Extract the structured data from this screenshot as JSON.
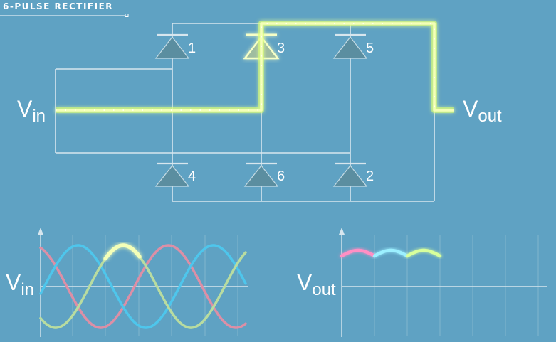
{
  "header": {
    "title": "6-PULSE RECTIFIER"
  },
  "circuit": {
    "vin_label": "V",
    "vin_sub": "in",
    "vout_label": "V",
    "vout_sub": "out",
    "diode_labels": [
      "1",
      "3",
      "5",
      "4",
      "6",
      "2"
    ],
    "active_diode": "3"
  },
  "graphs": {
    "vin_label": "V",
    "vin_sub": "in",
    "vout_label": "V",
    "vout_sub": "out"
  },
  "colors": {
    "background": "#5fa2c3",
    "wire": "#d7e6ee",
    "highlight": "#f4ffb8",
    "glow": "#d9ff6a",
    "phase_red": "#dc8fa6",
    "phase_blue": "#4ec6ec",
    "phase_green": "#b8dca0",
    "vout_pink": "#ff8fc4",
    "vout_cyan": "#9cf0ff",
    "vout_green": "#d7ff9c"
  }
}
